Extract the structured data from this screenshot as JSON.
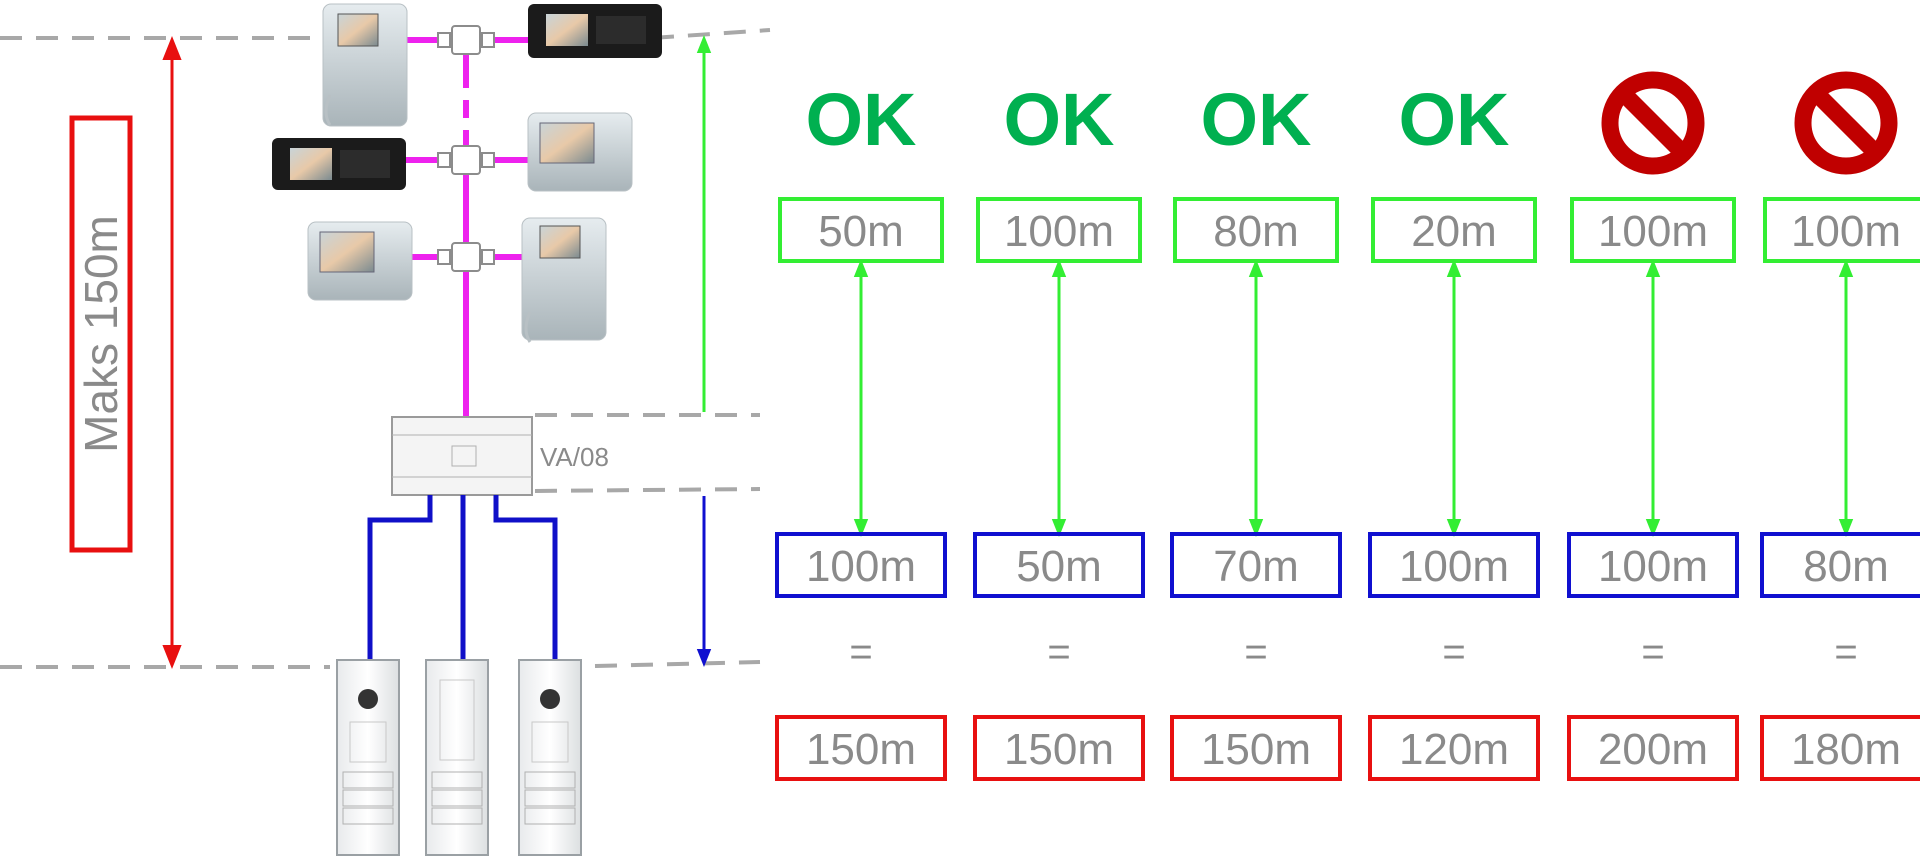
{
  "max_label": "Maks 150m",
  "controller_label": "VA/08",
  "colors": {
    "ok": "#00b050",
    "forbidden": "#c00000",
    "upper": "#33ee33",
    "lower": "#1010d0",
    "total": "#e81010",
    "riser": "#ee22ee",
    "cable": "#1010c8",
    "dash": "#a8a8a8",
    "label": "#8a8a8a"
  },
  "columns": [
    {
      "status": "ok",
      "status_label": "OK",
      "upper": "50m",
      "lower": "100m",
      "equals": "=",
      "total": "150m"
    },
    {
      "status": "ok",
      "status_label": "OK",
      "upper": "100m",
      "lower": "50m",
      "equals": "=",
      "total": "150m"
    },
    {
      "status": "ok",
      "status_label": "OK",
      "upper": "80m",
      "lower": "70m",
      "equals": "=",
      "total": "150m"
    },
    {
      "status": "ok",
      "status_label": "OK",
      "upper": "20m",
      "lower": "100m",
      "equals": "=",
      "total": "120m"
    },
    {
      "status": "forbidden",
      "status_label": "",
      "upper": "100m",
      "lower": "100m",
      "equals": "=",
      "total": "200m"
    },
    {
      "status": "forbidden",
      "status_label": "",
      "upper": "100m",
      "lower": "80m",
      "equals": "=",
      "total": "180m"
    }
  ]
}
